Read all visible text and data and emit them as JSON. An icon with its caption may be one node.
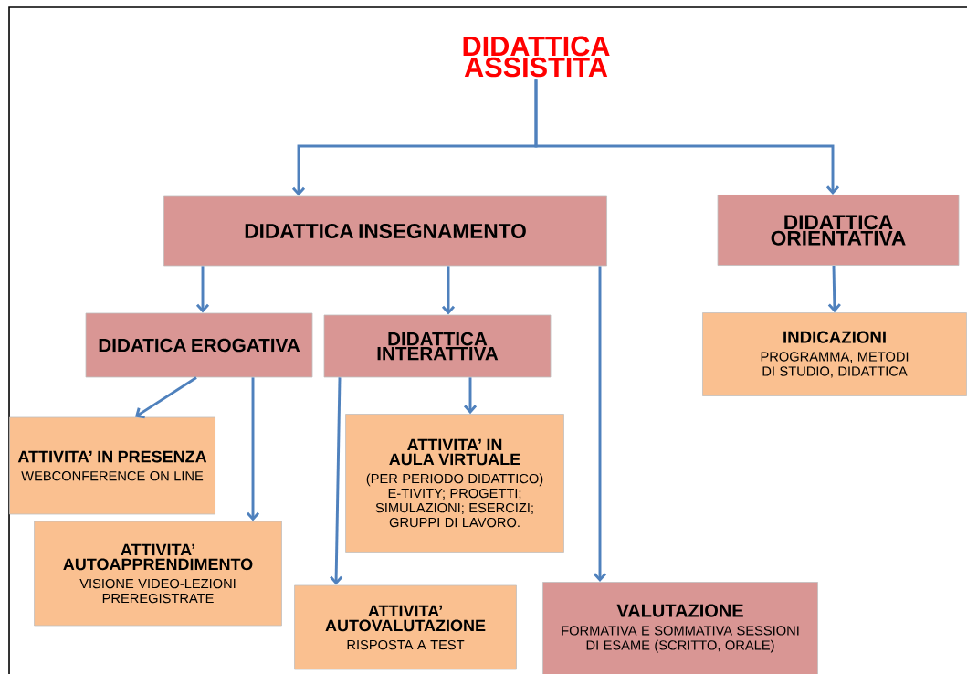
{
  "diagram": {
    "nodes": [
      {
        "text": [
          "DIDATTICA ASSISTITA"
        ]
      },
      {
        "text": [
          "DIDATTICA INSEGNAMENTO"
        ]
      },
      {
        "text": [
          "DIDATTICA ORIENTATIVA"
        ]
      },
      {
        "text": [
          "DIDATICA EROGATIVA"
        ]
      },
      {
        "text": [
          "DIDATTICA INTERATTIVA"
        ]
      },
      {
        "text": [
          "INDICAZIONI",
          "PROGRAMMA, METODI DI STUDIO, DIDATTICA"
        ]
      },
      {
        "text": [
          "ATTIVITA’ IN PRESENZA",
          "WEBCONFERENCE ON LINE"
        ]
      },
      {
        "text": [
          "ATTIVITA’ IN AULA VIRTUALE",
          "(PER PERIODO DIDATTICO) E-TIVITY; PROGETTI; SIMULAZIONI; ESERCIZI; GRUPPI DI LAVORO."
        ]
      },
      {
        "text": [
          "ATTIVITA’ AUTOAPPRENDIMENTO",
          "VISIONE VIDEO-LEZIONI PREREGISTRATE"
        ]
      },
      {
        "text": [
          "ATTIVITA’ AUTOVALUTAZIONE",
          "RISPOSTA A TEST"
        ]
      },
      {
        "text": [
          "VALUTAZIONE",
          "FORMATIVA E SOMMATIVA SESSIONI DI ESAME (SCRITTO, ORALE)"
        ]
      }
    ],
    "edges": [
      {
        "from": 0,
        "to": 1,
        "arrow": "to"
      },
      {
        "from": 0,
        "to": 2,
        "arrow": "to"
      },
      {
        "from": 1,
        "to": 3,
        "arrow": "to"
      },
      {
        "from": 1,
        "to": 4,
        "arrow": "to"
      },
      {
        "from": 1,
        "to": 10,
        "arrow": "to"
      },
      {
        "from": 2,
        "to": 5,
        "arrow": "to"
      },
      {
        "from": 3,
        "to": 6,
        "arrow": "to"
      },
      {
        "from": 3,
        "to": 8,
        "arrow": "to"
      },
      {
        "from": 4,
        "to": 7,
        "arrow": "to"
      },
      {
        "from": 4,
        "to": 9,
        "arrow": "to"
      }
    ]
  }
}
